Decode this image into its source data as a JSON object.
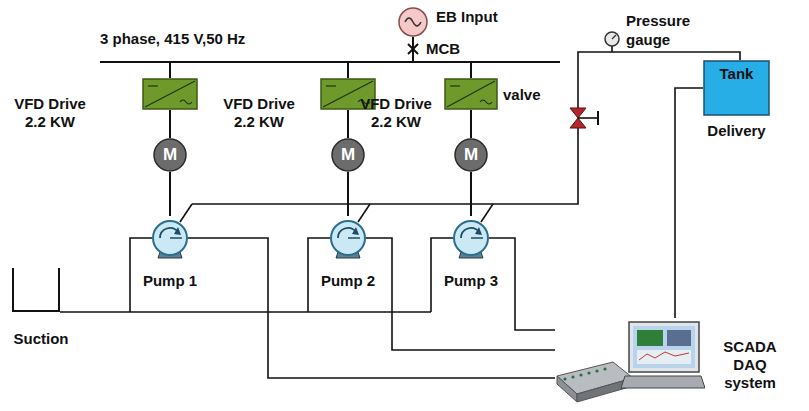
{
  "diagram": {
    "nodes": [
      {
        "text": [
          "EB Input"
        ]
      },
      {
        "text": [
          "VFD Drive 2.2 KW"
        ]
      },
      {
        "text": [
          "VFD Drive 2.2 KW"
        ]
      },
      {
        "text": [
          "VFD Drive 2.2 KW"
        ]
      },
      {
        "text": [
          "M"
        ]
      },
      {
        "text": [
          "M"
        ]
      },
      {
        "text": [
          "M"
        ]
      },
      {
        "text": [
          "Tank",
          "Delivery"
        ]
      },
      {
        "text": [
          "Pump 1"
        ]
      },
      {
        "text": [
          "Pump 2"
        ]
      },
      {
        "text": [
          "Pump 3"
        ]
      },
      {
        "text": [
          "Suction"
        ]
      },
      {
        "text": [
          "SCADA DAQ system"
        ]
      }
    ],
    "edges": [
      {
        "from": 1,
        "to": 4,
        "arrow": "none"
      },
      {
        "from": 2,
        "to": 5,
        "arrow": "none"
      },
      {
        "from": 3,
        "to": 6,
        "arrow": "none"
      },
      {
        "from": 4,
        "to": 8,
        "arrow": "none"
      },
      {
        "from": 5,
        "to": 9,
        "arrow": "none"
      },
      {
        "from": 6,
        "to": 10,
        "arrow": "none"
      }
    ],
    "labels": [
      "3 phase, 415 V,50 Hz",
      "MCB",
      "valve",
      "Pressure gauge"
    ]
  }
}
